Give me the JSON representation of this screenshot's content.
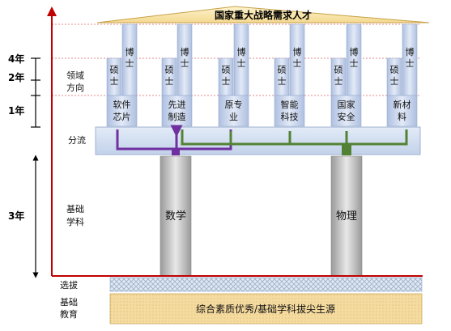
{
  "title": "国家重大战略需求人才",
  "years": {
    "y4": "4年",
    "y2": "2年",
    "y1": "1年",
    "y3": "3年"
  },
  "rows": {
    "field": [
      "领域",
      "方向"
    ],
    "split": "分流",
    "basic_subject": [
      "基础",
      "学科"
    ],
    "selection": "选拔",
    "basic_edu": [
      "基础",
      "教育"
    ]
  },
  "pillars": [
    {
      "doctor": [
        "博",
        "士"
      ],
      "master": [
        "硕",
        "士"
      ],
      "field": [
        "软件",
        "芯片"
      ]
    },
    {
      "doctor": [
        "博",
        "士"
      ],
      "master": [
        "硕",
        "士"
      ],
      "field": [
        "先进",
        "制造"
      ]
    },
    {
      "doctor": [
        "博",
        "士"
      ],
      "master": [
        "硕",
        "士"
      ],
      "field": [
        "原专",
        "业"
      ]
    },
    {
      "doctor": [
        "博",
        "士"
      ],
      "master": [
        "硕",
        "士"
      ],
      "field": [
        "智能",
        "科技"
      ]
    },
    {
      "doctor": [
        "博",
        "士"
      ],
      "master": [
        "硕",
        "士"
      ],
      "field": [
        "国家",
        "安全"
      ]
    },
    {
      "doctor": [
        "博",
        "士"
      ],
      "master": [
        "硕",
        "士"
      ],
      "field": [
        "新材",
        "料"
      ]
    }
  ],
  "columns": {
    "math": "数学",
    "physics": "物理"
  },
  "foundation": "综合素质优秀/基础学科拔尖生源",
  "colors": {
    "purple": "#7030a0",
    "green": "#548235",
    "red": "#c00000",
    "pillar": "#c5d3ea",
    "roof": "#fbe9b0",
    "foundation": "#f5dba0"
  }
}
